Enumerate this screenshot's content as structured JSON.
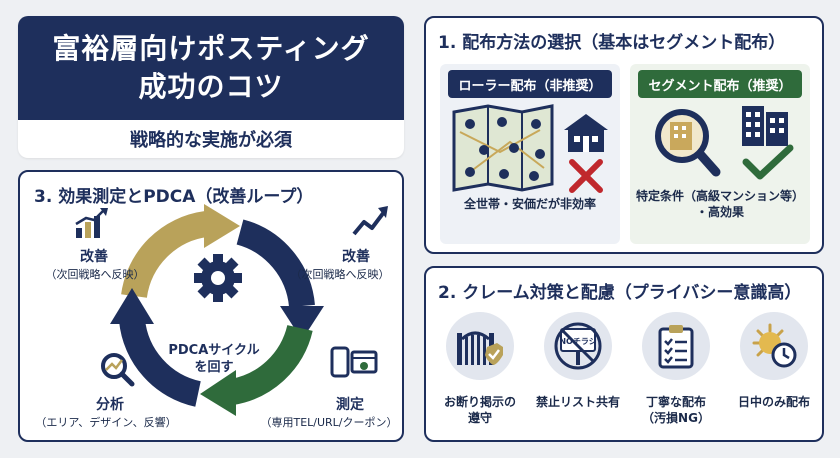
{
  "title": {
    "line1": "富裕層向けポスティング",
    "line2": "成功のコツ",
    "subtitle": "戦略的な実施が必須"
  },
  "section1": {
    "heading": "1. 配布方法の選択（基本はセグメント配布）",
    "roller": {
      "label": "ローラー配布（非推奨）",
      "caption": "全世帯・安価だが非効率"
    },
    "segment": {
      "label": "セグメント配布（推奨）",
      "caption_line1": "特定条件（高級マンション等）",
      "caption_line2": "・高効果"
    }
  },
  "section3": {
    "heading": "3. 効果測定とPDCA（改善ループ）",
    "center_line1": "PDCAサイクル",
    "center_line2": "を回す",
    "improve_left": {
      "title": "改善",
      "sub": "（次回戦略へ反映）"
    },
    "improve_right": {
      "title": "改善",
      "sub": "（次回戦略へ反映）"
    },
    "analysis": {
      "title": "分析",
      "sub": "（エリア、デザイン、反響）"
    },
    "measure": {
      "title": "測定",
      "sub": "（専用TEL/URL/クーポン）"
    }
  },
  "section2": {
    "heading": "2. クレーム対策と配慮（プライバシー意識高）",
    "items": [
      {
        "line1": "お断り掲示の",
        "line2": "遵守"
      },
      {
        "line1": "禁止リスト共有",
        "line2": ""
      },
      {
        "line1": "丁寧な配布",
        "line2": "（汚損NG）"
      },
      {
        "line1": "日中のみ配布",
        "line2": ""
      }
    ],
    "no_flyer_sign": "NOチラシ"
  },
  "colors": {
    "navy": "#1e2f5c",
    "gold": "#b9a25a",
    "green": "#2f6b3b",
    "red": "#c0282d"
  }
}
